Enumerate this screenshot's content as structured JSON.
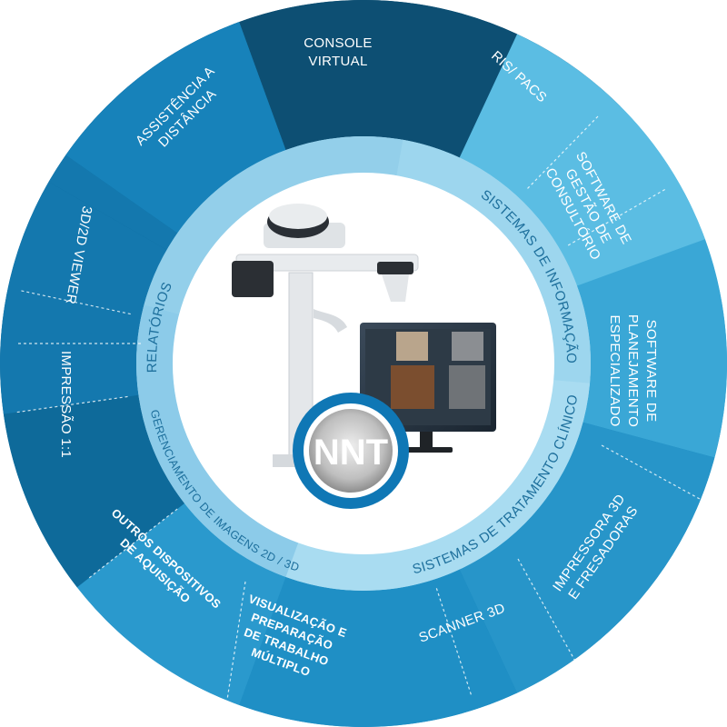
{
  "center": {
    "logo": "NNT"
  },
  "ring": {
    "information_systems": "SISTEMAS DE INFORMAÇÃO",
    "clinical_systems": "SISTEMAS DE TRATAMENTO CLÍNICO",
    "image_management": "GERENCIAMENTO DE IMAGENS 2D / 3D",
    "reports": "RELATÓRIOS"
  },
  "outer": {
    "console_virtual": [
      "CONSOLE",
      "VIRTUAL"
    ],
    "assistencia": [
      "ASSISTÊNCIA A",
      "DISTÂNCIA"
    ],
    "ris_pacs": [
      "RIS/ PACS"
    ],
    "software_gestao": [
      "SOFTWARE DE",
      "GESTÃO DE",
      "CONSULTÓRIO"
    ],
    "software_planejamento": [
      "SOFTWARE DE",
      "PLANEJAMENTO",
      "ESPECIALIZADO"
    ],
    "impressora": [
      "IMPRESSORA 3D",
      "E FRESADORAS"
    ],
    "scanner": [
      "SCANNER 3D"
    ],
    "visualizacao": [
      "VISUALIZAÇÃO E",
      "PREPARAÇÃO",
      "DE TRABALHO",
      "MÚLTIPLO"
    ],
    "outros": [
      "OUTROS DISPOSITIVOS",
      "DE AQUISIÇÃO"
    ],
    "impressao": [
      "IMPRESSÃO 1:1"
    ],
    "viewer": [
      "3D/2D VIEWER"
    ]
  },
  "colors": {
    "navy": "#0d4f73",
    "deep": "#0e6a9a",
    "mid": "#1b87bd",
    "light": "#3aa7d6",
    "lighter": "#5bbde3",
    "ring_light": "#a9dcf1",
    "ring_mid": "#8ccbe9",
    "logo_disc": "#0f77b5"
  }
}
